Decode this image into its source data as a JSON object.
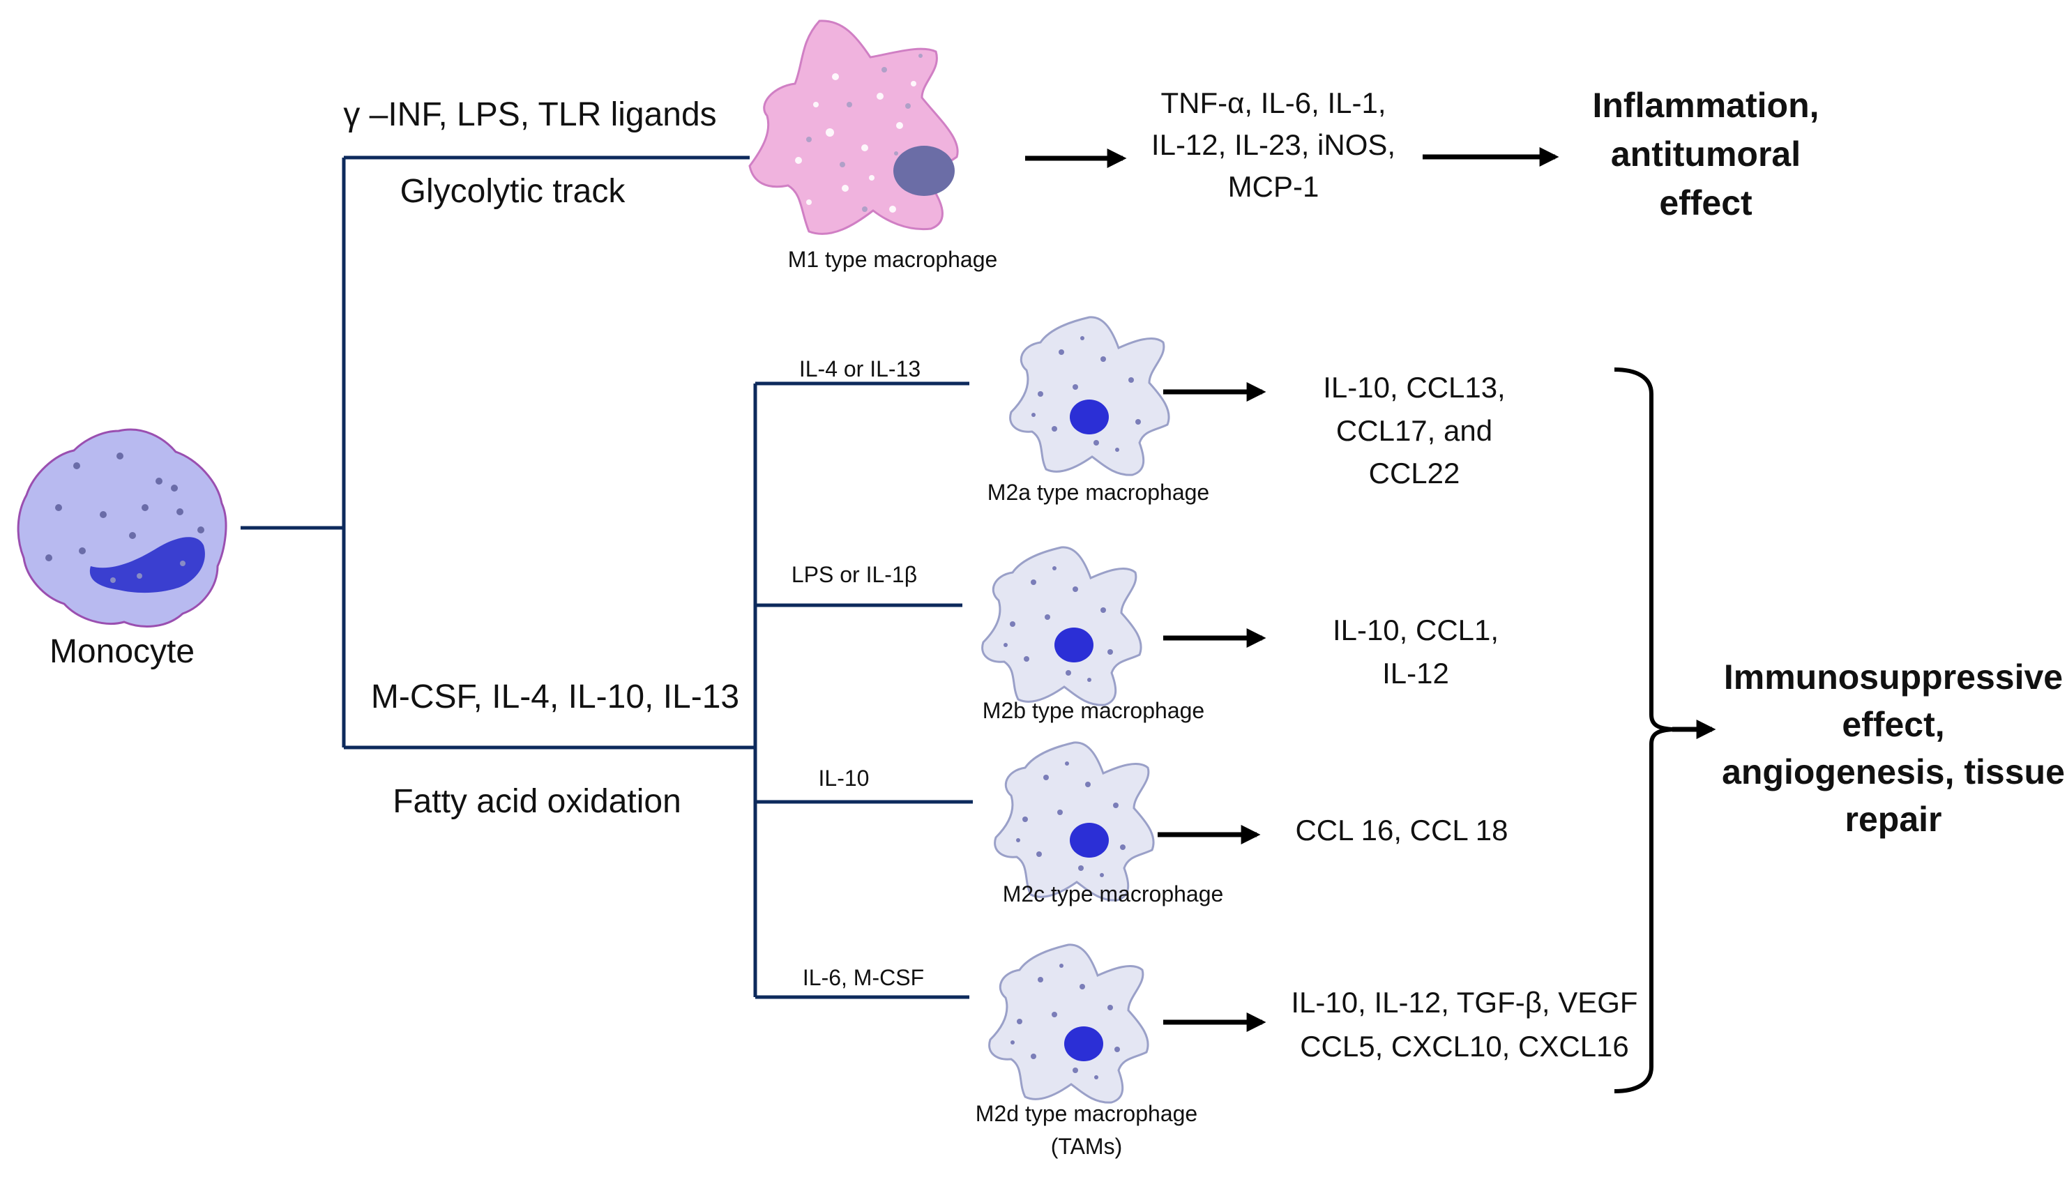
{
  "monocyte": {
    "label": "Monocyte"
  },
  "branch_m1": {
    "stimuli": "γ –INF, LPS, TLR ligands",
    "pathway": "Glycolytic track",
    "cell_label": "M1 type macrophage",
    "products": [
      "TNF-α, IL-6, IL-1,",
      "IL-12, IL-23, iNOS,",
      "MCP-1"
    ],
    "effect": [
      "Inflammation,",
      "antitumoral",
      "effect"
    ]
  },
  "branch_m2": {
    "stimuli": "M-CSF, IL-4, IL-10, IL-13",
    "pathway": "Fatty acid oxidation",
    "subtypes": [
      {
        "stimulus": "IL-4 or IL-13",
        "cell_label": [
          "M2a type macrophage"
        ],
        "products": [
          "IL-10, CCL13,",
          "CCL17, and",
          "CCL22"
        ]
      },
      {
        "stimulus": "LPS or IL-1β",
        "cell_label": [
          "M2b type macrophage"
        ],
        "products": [
          "IL-10, CCL1,",
          "IL-12"
        ]
      },
      {
        "stimulus": "IL-10",
        "cell_label": [
          "M2c type macrophage"
        ],
        "products": [
          "CCL 16, CCL 18"
        ]
      },
      {
        "stimulus": "IL-6,  M-CSF",
        "cell_label": [
          "M2d type macrophage",
          "(TAMs)"
        ],
        "products": [
          "IL-10, IL-12, TGF-β, VEGF",
          "CCL5, CXCL10, CXCL16"
        ]
      }
    ],
    "effect": [
      "Immunosuppressive",
      "effect,",
      "angiogenesis, tissue",
      "repair"
    ]
  },
  "colors": {
    "line": "#0d2a5c",
    "m1_body": "#f0b3de",
    "m1_outline": "#d07fc4",
    "m1_nucleus": "#6b6da6",
    "m2_body": "#e4e6f3",
    "m2_outline": "#9aa0c8",
    "m2_nucleus": "#2b2fd6",
    "monocyte_body": "#b8baf0",
    "monocyte_outline": "#9a4fb0",
    "monocyte_nucleus": "#3a3fd0"
  }
}
